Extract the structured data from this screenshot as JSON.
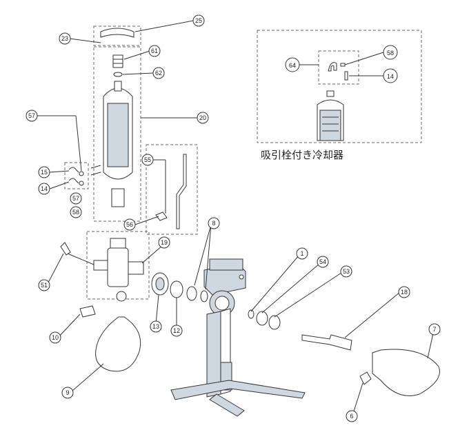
{
  "caption": "吸引栓付き冷却器",
  "callouts": [
    {
      "id": "c25",
      "label": "25"
    },
    {
      "id": "c23",
      "label": "23"
    },
    {
      "id": "c61",
      "label": "61"
    },
    {
      "id": "c62",
      "label": "62"
    },
    {
      "id": "c20",
      "label": "20"
    },
    {
      "id": "c57a",
      "label": "57"
    },
    {
      "id": "c15",
      "label": "15"
    },
    {
      "id": "c14a",
      "label": "14"
    },
    {
      "id": "c57b",
      "label": "57"
    },
    {
      "id": "c58a",
      "label": "58"
    },
    {
      "id": "c55",
      "label": "55"
    },
    {
      "id": "c56",
      "label": "56"
    },
    {
      "id": "c8",
      "label": "8"
    },
    {
      "id": "c19",
      "label": "19"
    },
    {
      "id": "c51",
      "label": "51"
    },
    {
      "id": "c13",
      "label": "13"
    },
    {
      "id": "c12",
      "label": "12"
    },
    {
      "id": "c10",
      "label": "10"
    },
    {
      "id": "c9",
      "label": "9"
    },
    {
      "id": "c1",
      "label": "1"
    },
    {
      "id": "c54",
      "label": "54"
    },
    {
      "id": "c53",
      "label": "53"
    },
    {
      "id": "c18",
      "label": "18"
    },
    {
      "id": "c7",
      "label": "7"
    },
    {
      "id": "c6",
      "label": "6"
    },
    {
      "id": "c64",
      "label": "64"
    },
    {
      "id": "c58b",
      "label": "58"
    },
    {
      "id": "c14b",
      "label": "14"
    }
  ]
}
